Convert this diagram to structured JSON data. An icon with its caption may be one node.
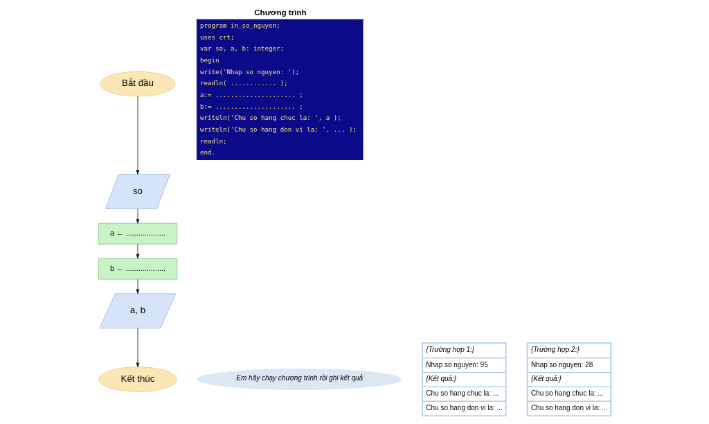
{
  "diagram": {
    "nodes": [
      {
        "text": [
          "Bắt đầu"
        ]
      },
      {
        "text": [
          "so"
        ]
      },
      {
        "text": [
          "a ← ..................."
        ]
      },
      {
        "text": [
          "b ← ..................."
        ]
      },
      {
        "text": [
          "a, b"
        ]
      },
      {
        "text": [
          "Kết thúc"
        ]
      },
      {
        "text": [
          "Chương trình",
          "program in_so_nguyen;",
          "uses crt;",
          "var so, a, b: integer;",
          "begin",
          "write('Nhap so nguyen: ');",
          "readln( ............ );",
          "a:= ..................... ;",
          "b:= ..................... ;",
          "writeln('Chu so hang chuc la: ', a );",
          "writeln('Chu so hang don vi la: ', ... );",
          "readln;",
          "end."
        ]
      },
      {
        "text": [
          "Em hãy chạy chương trình rồi ghi kết quả"
        ]
      },
      {
        "text": [
          "{Trường hợp 1:}",
          "Nhap so nguyen: 95",
          "{Kết quả:}",
          "Chu so hang chuc la: ...",
          "Chu so hang don vi la: ..."
        ]
      },
      {
        "text": [
          "{Trường hợp 2:}",
          "Nhap so nguyen: 28",
          "{Kết quả:}",
          "Chu so hang chuc la: ...",
          "Chu so hang don vi la: ..."
        ]
      }
    ],
    "edges": [
      {
        "from": 0,
        "to": 1,
        "arrow": "to"
      },
      {
        "from": 1,
        "to": 2,
        "arrow": "to"
      },
      {
        "from": 2,
        "to": 3,
        "arrow": "to"
      },
      {
        "from": 3,
        "to": 4,
        "arrow": "to"
      },
      {
        "from": 4,
        "to": 5,
        "arrow": "to"
      }
    ]
  }
}
